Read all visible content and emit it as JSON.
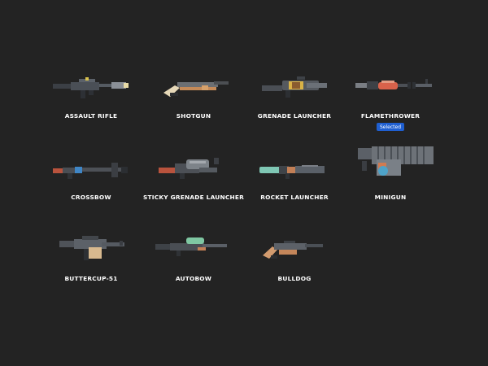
{
  "weapons": [
    {
      "name": "ASSAULT RIFLE",
      "icon": "assault-rifle-icon"
    },
    {
      "name": "SHOTGUN",
      "icon": "shotgun-icon"
    },
    {
      "name": "GRENADE LAUNCHER",
      "icon": "grenade-launcher-icon"
    },
    {
      "name": "FLAMETHROWER",
      "icon": "flamethrower-icon",
      "badge": "Selected"
    },
    {
      "name": "CROSSBOW",
      "icon": "crossbow-icon"
    },
    {
      "name": "STICKY GRENADE LAUNCHER",
      "icon": "sticky-grenade-launcher-icon"
    },
    {
      "name": "ROCKET LAUNCHER",
      "icon": "rocket-launcher-icon"
    },
    {
      "name": "MINIGUN",
      "icon": "minigun-icon"
    },
    {
      "name": "BUTTERCUP-51",
      "icon": "buttercup-51-icon"
    },
    {
      "name": "AUTOBOW",
      "icon": "autobow-icon"
    },
    {
      "name": "BULLDOG",
      "icon": "bulldog-icon"
    }
  ],
  "selected_index": 3,
  "colors": {
    "background": "#232323",
    "label": "#ffffff",
    "selected_badge": "#1f5fd1"
  }
}
